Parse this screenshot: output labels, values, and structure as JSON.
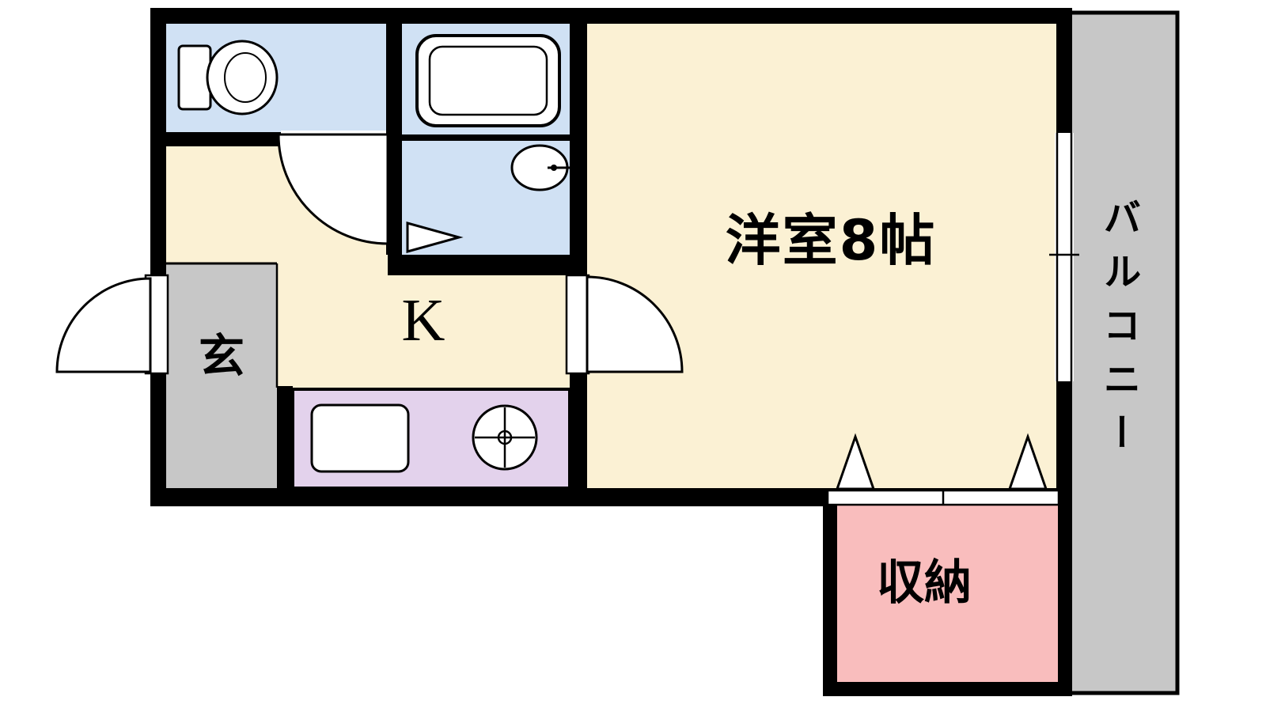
{
  "plan": {
    "rooms": {
      "western_room": {
        "label": "洋室8帖"
      },
      "kitchen": {
        "label": "K"
      },
      "entrance": {
        "label": "玄"
      },
      "storage": {
        "label": "収納"
      },
      "balcony": {
        "label": "バルコニー"
      }
    },
    "colors": {
      "wall": "#000000",
      "room_floor": "#FBF1D4",
      "wet_area": "#D0E1F4",
      "gray_area": "#C7C7C7",
      "storage_pink": "#F9BDBD",
      "counter": "#E3D2EC",
      "fixture_fill": "#FFFFFF",
      "line": "#000000"
    },
    "fixtures": [
      "toilet",
      "bathtub",
      "washbasin",
      "kitchen-sink",
      "gas-stove",
      "window",
      "closet-doors",
      "swing-doors"
    ]
  }
}
